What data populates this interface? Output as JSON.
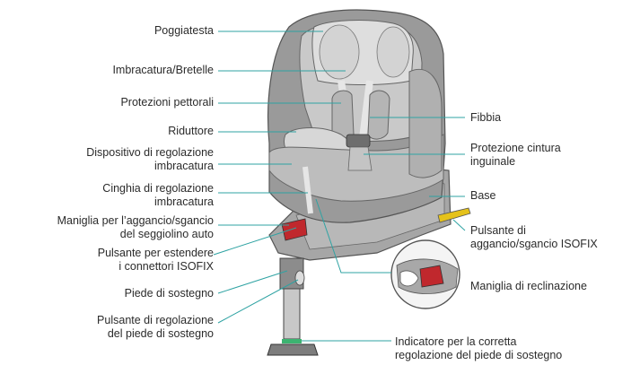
{
  "diagram": {
    "labels": {
      "poggiatesta": "Poggiatesta",
      "imbracatura": "Imbracatura/Bretelle",
      "protezioni": "Protezioni pettorali",
      "riduttore": "Riduttore",
      "dispositivo_l1": "Dispositivo di regolazione",
      "dispositivo_l2": "imbracatura",
      "cinghia_l1": "Cinghia di regolazione",
      "cinghia_l2": "imbracatura",
      "maniglia_l1": "Maniglia per l’aggancio/sgancio",
      "maniglia_l2": "del seggiolino auto",
      "pulsante_est_l1": "Pulsante per estendere",
      "pulsante_est_l2": "i connettori ISOFIX",
      "piede": "Piede di sostegno",
      "pulsante_reg_l1": "Pulsante di regolazione",
      "pulsante_reg_l2": "del piede di sostegno",
      "fibbia": "Fibbia",
      "protezione_cintura_l1": "Protezione cintura",
      "protezione_cintura_l2": "inguinale",
      "base": "Base",
      "pulsante_isofix_l1": "Pulsante di",
      "pulsante_isofix_l2": "aggancio/sgancio ISOFIX",
      "maniglia_recl": "Maniglia di reclinazione",
      "indicatore_l1": "Indicatore per la corretta",
      "indicatore_l2": "regolazione del piede di sostegno"
    },
    "colors": {
      "leader": "#2fa3a3",
      "shell": "#9a9a9a",
      "padding": "#c9c9c9",
      "padding_light": "#dedede",
      "accent": "#c0282d",
      "isofix": "#e5c21a",
      "indicator": "#3cb371"
    }
  }
}
